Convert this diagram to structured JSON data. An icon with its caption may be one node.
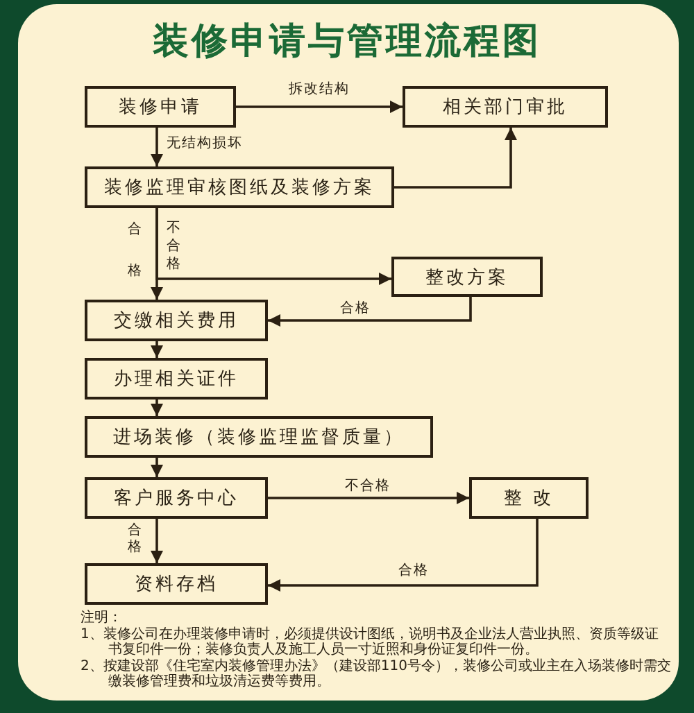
{
  "diagram": {
    "title": "装修申请与管理流程图",
    "nodes": [
      {
        "text": [
          "装修申请"
        ]
      },
      {
        "text": [
          "相关部门审批"
        ]
      },
      {
        "text": [
          "装修监理审核图纸及装修方案"
        ]
      },
      {
        "text": [
          "整改方案"
        ]
      },
      {
        "text": [
          "交缴相关费用"
        ]
      },
      {
        "text": [
          "办理相关证件"
        ]
      },
      {
        "text": [
          "进场装修（装修监理监督质量）"
        ]
      },
      {
        "text": [
          "客户服务中心"
        ]
      },
      {
        "text": [
          "整 改"
        ]
      },
      {
        "text": [
          "资料存档"
        ]
      }
    ],
    "edges": [
      {
        "from": 0,
        "to": 1,
        "arrow": "to",
        "label": "拆改结构"
      },
      {
        "from": 0,
        "to": 2,
        "arrow": "to",
        "label": "无结构损坏"
      },
      {
        "from": 2,
        "to": 1,
        "arrow": "to"
      },
      {
        "from": 2,
        "to": 4,
        "arrow": "to",
        "label": "合格"
      },
      {
        "from": 2,
        "to": 3,
        "arrow": "to",
        "label": "不合格"
      },
      {
        "from": 3,
        "to": 4,
        "arrow": "to",
        "label": "合格"
      },
      {
        "from": 4,
        "to": 5,
        "arrow": "to"
      },
      {
        "from": 5,
        "to": 6,
        "arrow": "to"
      },
      {
        "from": 6,
        "to": 7,
        "arrow": "to"
      },
      {
        "from": 7,
        "to": 8,
        "arrow": "to",
        "label": "不合格"
      },
      {
        "from": 7,
        "to": 9,
        "arrow": "to",
        "label": "合格"
      },
      {
        "from": 8,
        "to": 9,
        "arrow": "to",
        "label": "合格"
      }
    ],
    "labels": [
      "注明：",
      "1、装修公司在办理装修申请时，必须提供设计图纸，说明书及企业法人营业执照、资质等级证书复印件一份；装修负责人及施工人员一寸近照和身份证复印件一份。",
      "2、按建设部《住宅室内装修管理办法》（建设部110号令），装修公司或业主在入场装修时需交缴装修管理费和垃圾清运费等费用。"
    ]
  }
}
